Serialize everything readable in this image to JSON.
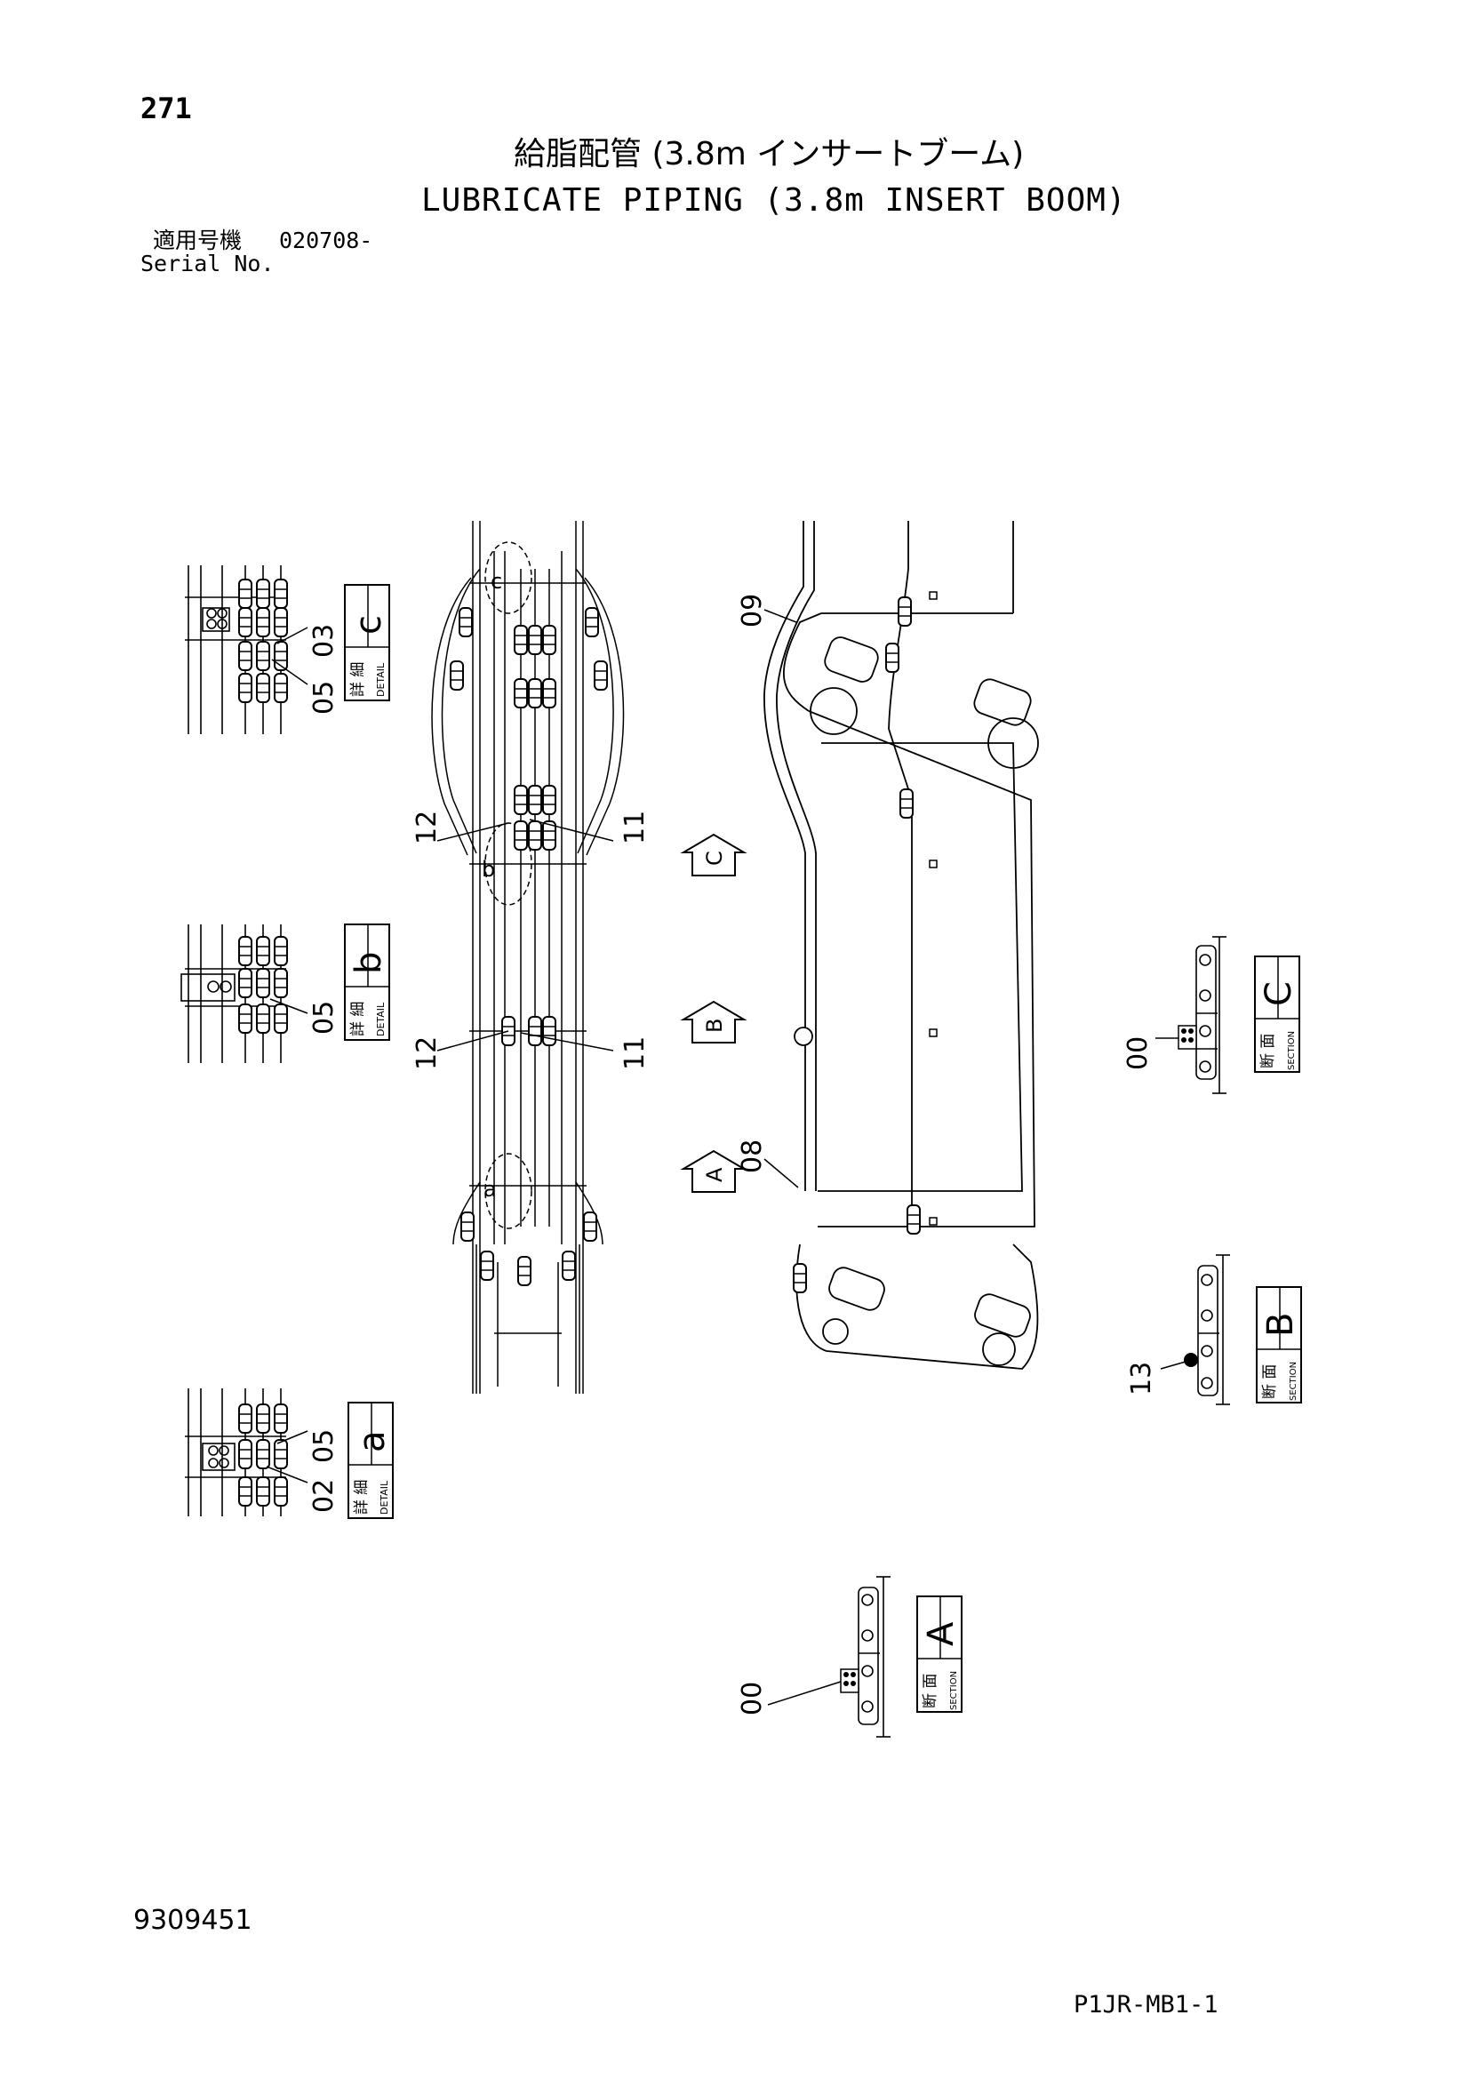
{
  "header": {
    "page_number": "271",
    "title_jp": "給脂配管 (3.8m インサートブーム)",
    "title_en": "LUBRICATE PIPING (3.8m INSERT BOOM)",
    "serial_label_jp": "適用号機",
    "serial_number": "020708-",
    "serial_label_en": "Serial No."
  },
  "footer": {
    "document_number": "9309451",
    "page_code": "P1JR-MB1-1"
  },
  "details": [
    {
      "letter": "c",
      "label_jp": "詳 細",
      "label_en": "DETAIL",
      "parts": [
        "05",
        "03"
      ]
    },
    {
      "letter": "b",
      "label_jp": "詳 細",
      "label_en": "DETAIL",
      "parts": [
        "05"
      ]
    },
    {
      "letter": "a",
      "label_jp": "詳 細",
      "label_en": "DETAIL",
      "parts": [
        "02",
        "05"
      ]
    }
  ],
  "sections": [
    {
      "letter": "C",
      "label_jp": "断 面",
      "label_en": "SECTION",
      "part": "00"
    },
    {
      "letter": "B",
      "label_jp": "断 面",
      "label_en": "SECTION",
      "part": "13"
    },
    {
      "letter": "A",
      "label_jp": "断 面",
      "label_en": "SECTION",
      "part": "00"
    }
  ],
  "plan_view": {
    "detail_markers": [
      "c",
      "b",
      "a"
    ],
    "callouts": [
      "12",
      "11",
      "12",
      "11"
    ]
  },
  "side_view": {
    "section_markers": [
      "C",
      "B",
      "A"
    ],
    "callouts": [
      "09",
      "08"
    ]
  }
}
